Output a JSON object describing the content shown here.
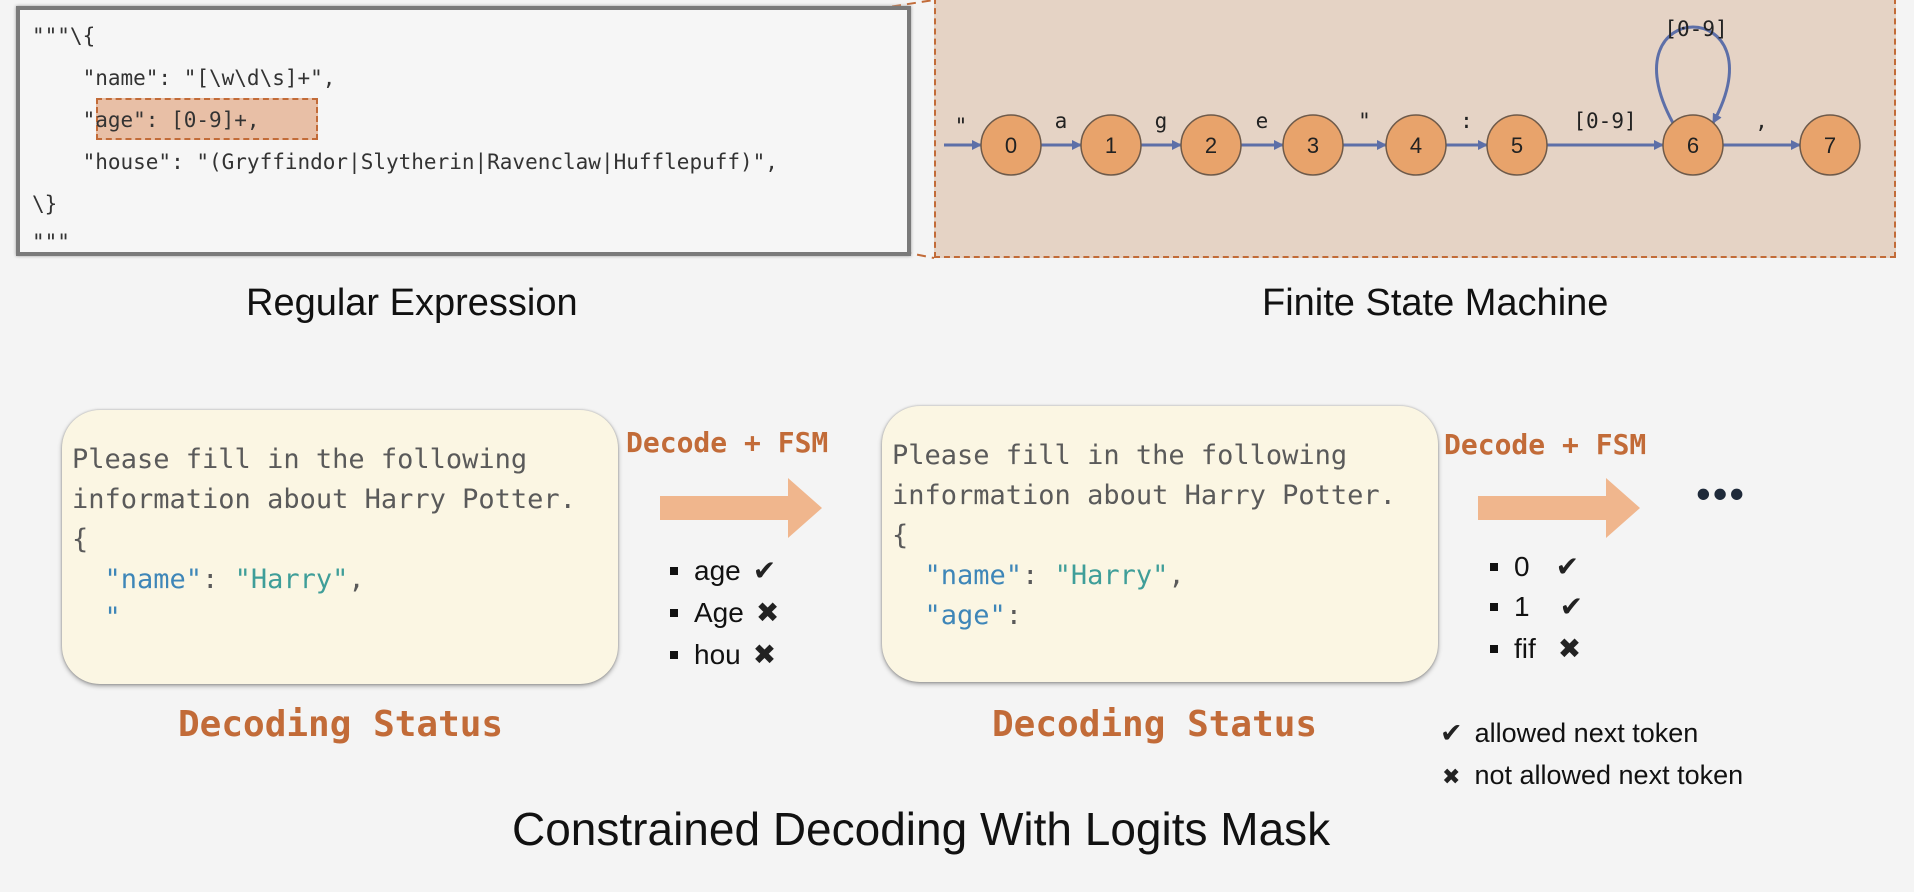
{
  "regex": {
    "lines": [
      "\"\"\"\\{",
      "    \"name\": \"[\\w\\d\\s]+\",",
      "    \"age\": [0-9]+,",
      "    \"house\": \"(Gryffindor|Slytherin|Ravenclaw|Hufflepuff)\",",
      "\\}",
      "\"\"\""
    ],
    "caption": "Regular Expression"
  },
  "fsm": {
    "caption": "Finite State Machine",
    "states": [
      "0",
      "1",
      "2",
      "3",
      "4",
      "5",
      "6",
      "7"
    ],
    "start_label": "\"",
    "edges": [
      {
        "from": "0",
        "to": "1",
        "label": "a"
      },
      {
        "from": "1",
        "to": "2",
        "label": "g"
      },
      {
        "from": "2",
        "to": "3",
        "label": "e"
      },
      {
        "from": "3",
        "to": "4",
        "label": "\""
      },
      {
        "from": "4",
        "to": "5",
        "label": ":"
      },
      {
        "from": "5",
        "to": "6",
        "label": "[0-9]"
      },
      {
        "from": "6",
        "to": "6",
        "label": "[0-9]"
      },
      {
        "from": "6",
        "to": "7",
        "label": ","
      }
    ]
  },
  "status1": {
    "line1": "Please fill in the following",
    "line2": "information about Harry Potter.",
    "brace": "{",
    "key": "\"name\"",
    "colon": ": ",
    "value": "\"Harry\"",
    "comma": ",",
    "partial": "\"",
    "caption": "Decoding Status"
  },
  "status2": {
    "line1": "Please fill in the following",
    "line2": "information about Harry Potter.",
    "brace": "{",
    "key": "\"name\"",
    "colon": ": ",
    "value": "\"Harry\"",
    "comma": ",",
    "key2": "\"age\"",
    "colon2": ":",
    "caption": "Decoding Status"
  },
  "step1": {
    "label": "Decode + FSM",
    "tokens": [
      {
        "text": "age",
        "allowed": true
      },
      {
        "text": "Age",
        "allowed": false
      },
      {
        "text": "hou",
        "allowed": false
      }
    ]
  },
  "step2": {
    "label": "Decode + FSM",
    "tokens": [
      {
        "text": "0",
        "allowed": true
      },
      {
        "text": "1",
        "allowed": true
      },
      {
        "text": "fif",
        "allowed": false
      }
    ]
  },
  "ellipsis": "•••",
  "legend": {
    "allowed": "allowed next token",
    "not_allowed": "not allowed next token"
  },
  "title": "Constrained Decoding With Logits Mask",
  "colors": {
    "accent": "#c26b38",
    "state_fill": "#e8a36b",
    "edge": "#5d6fa8",
    "arrow_fill": "#f0b68d",
    "key_blue": "#3e86b8",
    "string_teal": "#3f9e99"
  }
}
